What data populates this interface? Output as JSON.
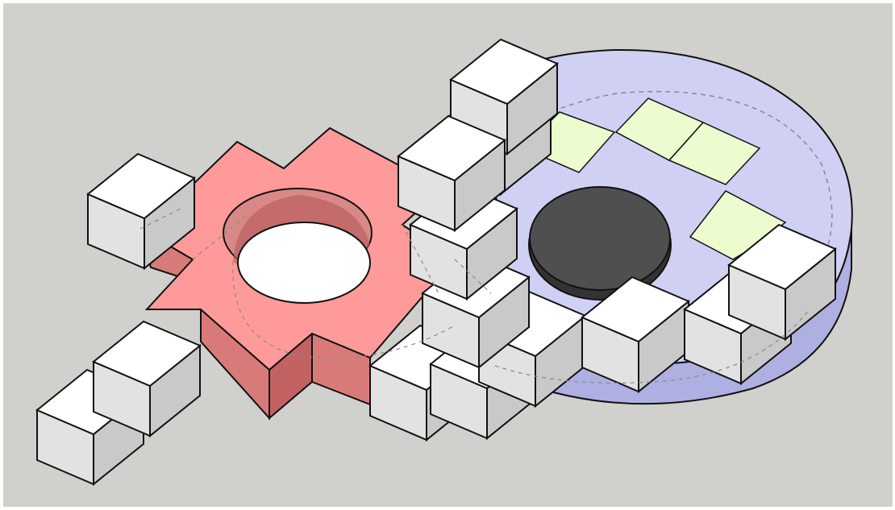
{
  "viewport": {
    "background_color": "#d0d0cc",
    "frame_color": "#ffffff"
  },
  "model": {
    "description_visible_text": "",
    "colors": {
      "disc_top": "#cfd0f4",
      "disc_side": "#aeb0e2",
      "red_top": "#ff9a9a",
      "red_side_left": "#d97a7a",
      "red_side_right": "#c26262",
      "cube_top": "#ffffff",
      "cube_left": "#e2e2e2",
      "cube_right": "#c9c9c9",
      "green_tile": "#ecfccf",
      "dark_hole": "#4f4f4f",
      "edge": "#111111",
      "hidden_edge": "#8a8a8a"
    },
    "parts": [
      "blue-disc",
      "red-cross-plate",
      "red-plate-hole",
      "dark-disc-hole",
      "green-tiles",
      "white-cubes"
    ]
  }
}
